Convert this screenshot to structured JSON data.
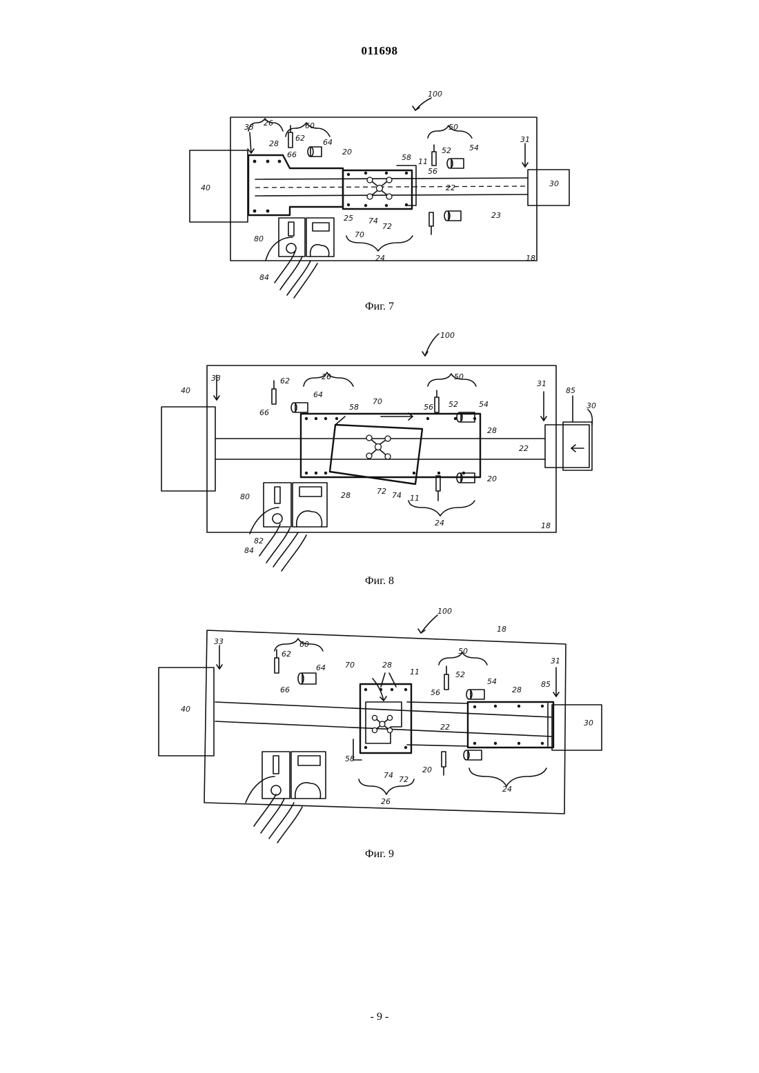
{
  "document": {
    "number": "011698",
    "page_footer": "- 9 -"
  },
  "figures": [
    {
      "caption": "Фиг. 7",
      "labels": {
        "l100": "100",
        "l33": "33",
        "l26": "26",
        "l28": "28",
        "l66": "66",
        "l62": "62",
        "l60": "60",
        "l64": "64",
        "l20": "20",
        "l58": "58",
        "l11": "11",
        "l50": "50",
        "l52": "52",
        "l56": "56",
        "l54": "54",
        "l31": "31",
        "l40": "40",
        "l30": "30",
        "l22": "22",
        "l23": "23",
        "l25": "25",
        "l74": "74",
        "l72": "72",
        "l70": "70",
        "l80": "80",
        "l84": "84",
        "l24": "24",
        "l18": "18"
      }
    },
    {
      "caption": "Фиг. 8",
      "labels": {
        "l100": "100",
        "l33": "33",
        "l40": "40",
        "l62": "62",
        "l66": "66",
        "l64": "64",
        "l26": "26",
        "l58": "58",
        "l70": "70",
        "l50": "50",
        "l52": "52",
        "l56": "56",
        "l54": "54",
        "l31": "31",
        "l85": "85",
        "l30": "30",
        "l28a": "28",
        "l22": "22",
        "l20": "20",
        "l72": "72",
        "l74": "74",
        "l11": "11",
        "l28b": "28",
        "l80": "80",
        "l82": "82",
        "l84": "84",
        "l24": "24",
        "l18": "18"
      }
    },
    {
      "caption": "Фиг. 9",
      "labels": {
        "l100": "100",
        "l18": "18",
        "l33": "33",
        "l60": "60",
        "l62": "62",
        "l64": "64",
        "l66": "66",
        "l70": "70",
        "l28": "28",
        "l11": "11",
        "l50": "50",
        "l52": "52",
        "l56": "56",
        "l54": "54",
        "l31": "31",
        "l28b": "28",
        "l85": "85",
        "l40": "40",
        "l22": "22",
        "l30": "30",
        "l58": "58",
        "l74": "74",
        "l72": "72",
        "l20": "20",
        "l26": "26",
        "l24": "24"
      }
    }
  ]
}
